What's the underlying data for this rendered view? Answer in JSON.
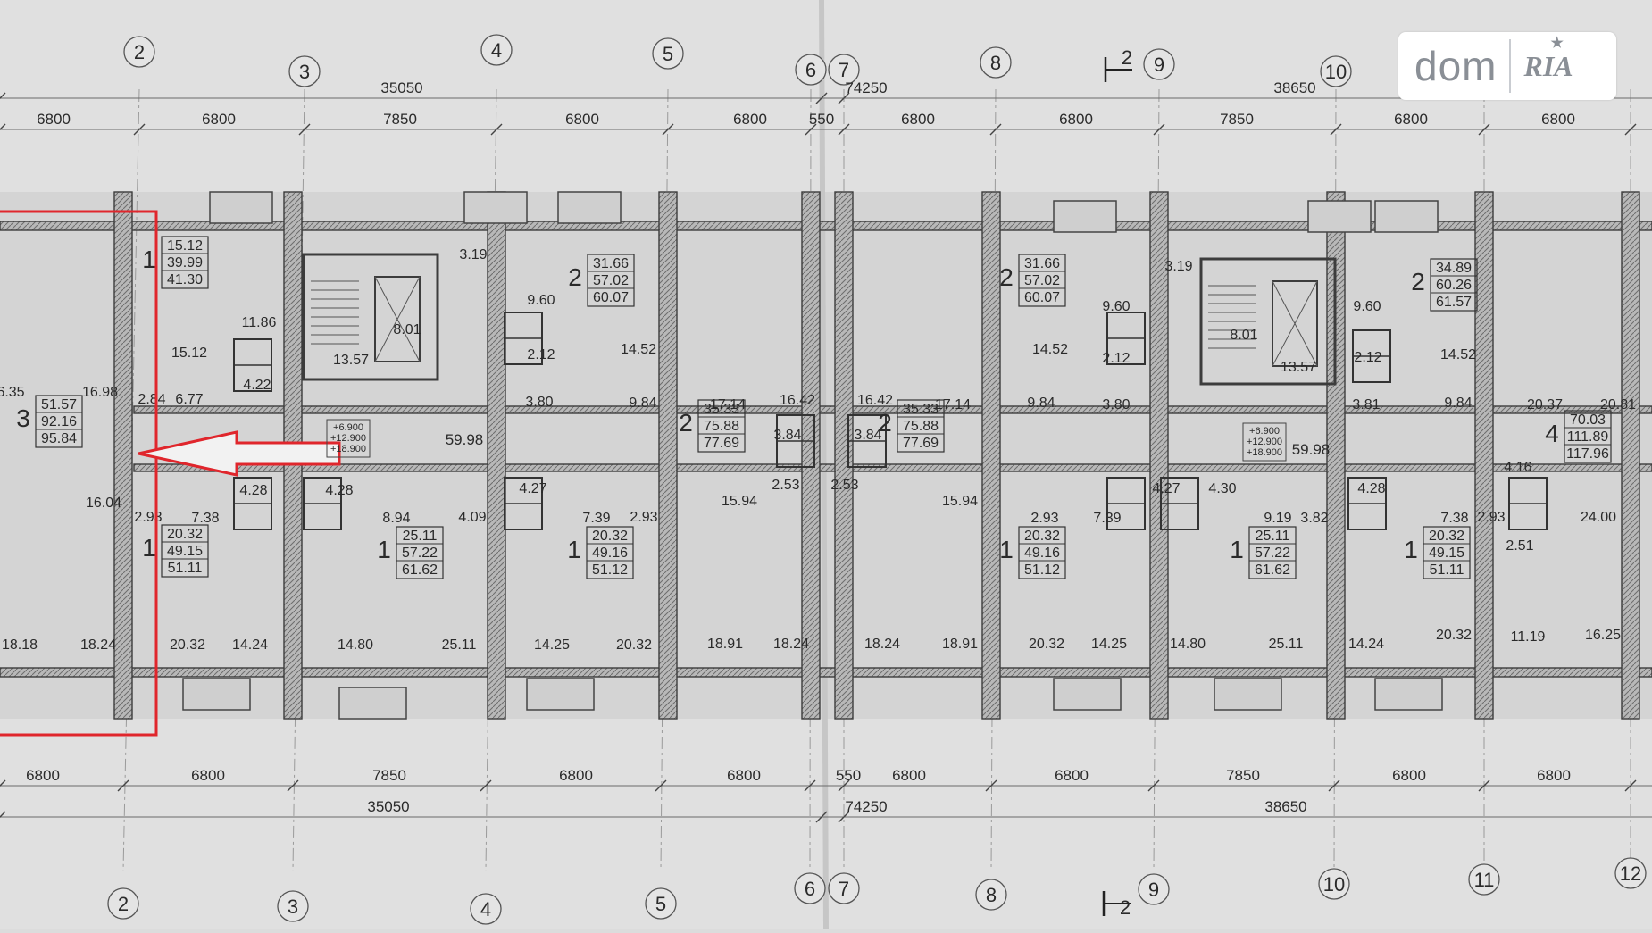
{
  "axes": {
    "top": [
      "2",
      "3",
      "4",
      "5",
      "6",
      "7",
      "8",
      "9",
      "10"
    ],
    "bottom": [
      "2",
      "3",
      "4",
      "5",
      "6",
      "7",
      "8",
      "9",
      "10",
      "11",
      "12"
    ]
  },
  "dimensions": {
    "top_overall": [
      "35050",
      "74250",
      "38650"
    ],
    "top_bays": [
      "6800",
      "6800",
      "7850",
      "6800",
      "6800",
      "550",
      "6800",
      "6800",
      "7850",
      "6800",
      "6800"
    ],
    "bottom_bays": [
      "6800",
      "6800",
      "7850",
      "6800",
      "6800",
      "550",
      "6800",
      "6800",
      "7850",
      "6800",
      "6800"
    ],
    "bottom_overall": [
      "35050",
      "74250",
      "38650"
    ]
  },
  "section_mark": "2",
  "apartments": [
    {
      "rooms": "3",
      "areas": [
        "51.57",
        "92.16",
        "95.84"
      ]
    },
    {
      "rooms": "1",
      "areas": [
        "15.12",
        "39.99",
        "41.30"
      ]
    },
    {
      "rooms": "2",
      "areas": [
        "31.66",
        "57.02",
        "60.07"
      ]
    },
    {
      "rooms": "2",
      "areas": [
        "35.33",
        "75.88",
        "77.69"
      ]
    },
    {
      "rooms": "2",
      "areas": [
        "35.33",
        "75.88",
        "77.69"
      ]
    },
    {
      "rooms": "2",
      "areas": [
        "31.66",
        "57.02",
        "60.07"
      ]
    },
    {
      "rooms": "2",
      "areas": [
        "34.89",
        "60.26",
        "61.57"
      ]
    },
    {
      "rooms": "4",
      "areas": [
        "70.03",
        "111.89",
        "117.96"
      ]
    },
    {
      "rooms": "1",
      "areas": [
        "20.32",
        "49.15",
        "51.11"
      ]
    },
    {
      "rooms": "1",
      "areas": [
        "25.11",
        "57.22",
        "61.62"
      ]
    },
    {
      "rooms": "1",
      "areas": [
        "20.32",
        "49.16",
        "51.12"
      ]
    },
    {
      "rooms": "1",
      "areas": [
        "20.32",
        "49.16",
        "51.12"
      ]
    },
    {
      "rooms": "1",
      "areas": [
        "25.11",
        "57.22",
        "61.62"
      ]
    },
    {
      "rooms": "1",
      "areas": [
        "20.32",
        "49.15",
        "51.11"
      ]
    }
  ],
  "room_areas_top": [
    "6.35",
    "16.98",
    "11.86",
    "15.12",
    "13.57",
    "8.01",
    "3.19",
    "9.60",
    "14.52",
    "2.12",
    "3.80",
    "9.84",
    "17.14",
    "16.42",
    "16.42",
    "17.14",
    "9.84",
    "14.52",
    "9.60",
    "2.12",
    "3.80",
    "3.19",
    "8.01",
    "13.57",
    "9.60",
    "2.12",
    "14.52",
    "3.81",
    "9.84",
    "20.37",
    "20.81",
    "6.77",
    "4.22",
    "2.84",
    "3.84",
    "3.84"
  ],
  "corridor_areas": [
    "59.98",
    "59.98"
  ],
  "room_areas_bottom": [
    "16.04",
    "2.93",
    "7.38",
    "4.28",
    "4.28",
    "8.94",
    "4.09",
    "4.27",
    "7.39",
    "2.93",
    "15.94",
    "2.53",
    "2.53",
    "15.94",
    "2.93",
    "7.39",
    "4.27",
    "4.30",
    "9.19",
    "3.82",
    "4.28",
    "7.38",
    "2.93",
    "4.16",
    "2.51",
    "24.00",
    "18.18",
    "18.24",
    "20.32",
    "14.24",
    "14.80",
    "25.11",
    "14.25",
    "20.32",
    "18.91",
    "18.24",
    "18.24",
    "18.91",
    "20.32",
    "14.25",
    "14.80",
    "25.11",
    "14.24",
    "20.32",
    "11.19",
    "16.25"
  ],
  "elevations": [
    "+6.900",
    "+12.900",
    "+18.900"
  ],
  "watermark": {
    "brand": "dom",
    "partner": "RIA"
  }
}
